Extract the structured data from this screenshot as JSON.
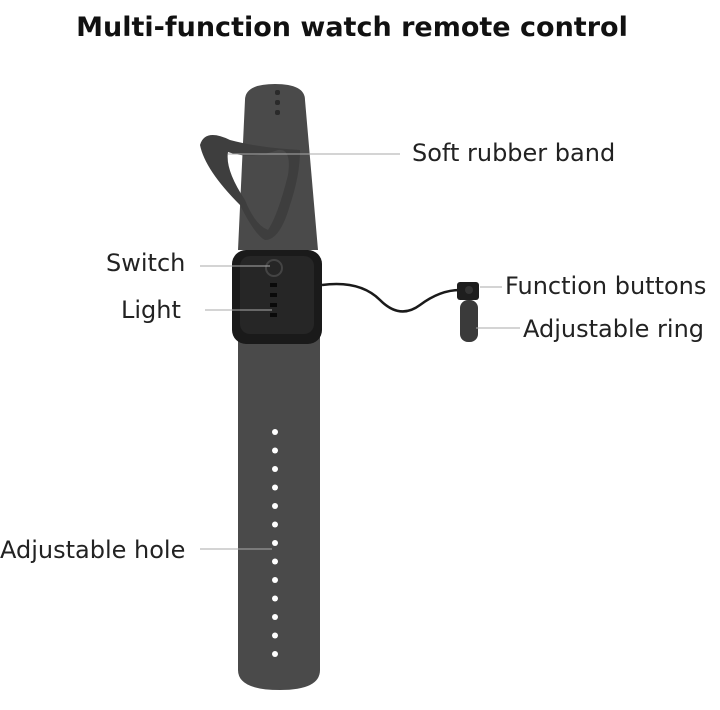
{
  "title": "Multi-function watch remote control",
  "labels": {
    "soft_rubber_band": "Soft rubber band",
    "switch": "Switch",
    "light": "Light",
    "function_buttons": "Function buttons",
    "adjustable_ring": "Adjustable ring",
    "adjustable_hole": "Adjustable hole"
  },
  "colors": {
    "band": "#4a4a4a",
    "body": "#1a1a1a",
    "leader": "#aaaaaa"
  }
}
